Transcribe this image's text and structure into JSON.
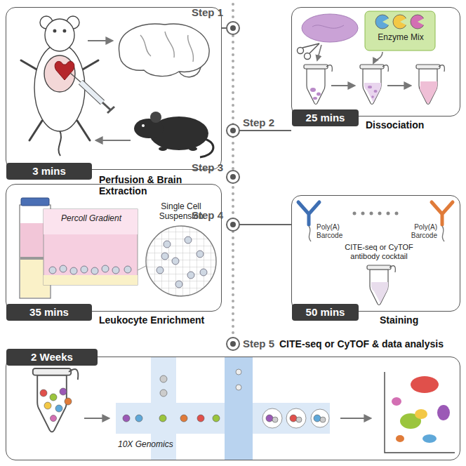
{
  "diagram": {
    "nodes": [
      {
        "text": [
          "3 mins",
          "Perfusion & Brain Extraction"
        ]
      },
      {
        "text": [
          "25 mins",
          "Dissociation"
        ]
      },
      {
        "text": [
          "Enzyme Mix"
        ],
        "in": 1
      },
      {
        "text": [
          "35 mins",
          "Leukocyte Enrichment"
        ]
      },
      {
        "text": [
          "Percoll Gradient"
        ],
        "in": 3
      },
      {
        "text": [
          "50 mins",
          "Staining"
        ]
      },
      {
        "text": [
          "2 Weeks"
        ]
      }
    ],
    "labels": [
      "Step 1",
      "Step 2",
      "Step 3",
      "Single Cell Suspension",
      "Step 4",
      "Poly(A) Barcode",
      "Poly(A) Barcode",
      "CITE-seq or CyTOF antibody cocktail",
      "Step 5",
      "CITE-seq or CyTOF & data analysis",
      "10X Genomics"
    ]
  }
}
